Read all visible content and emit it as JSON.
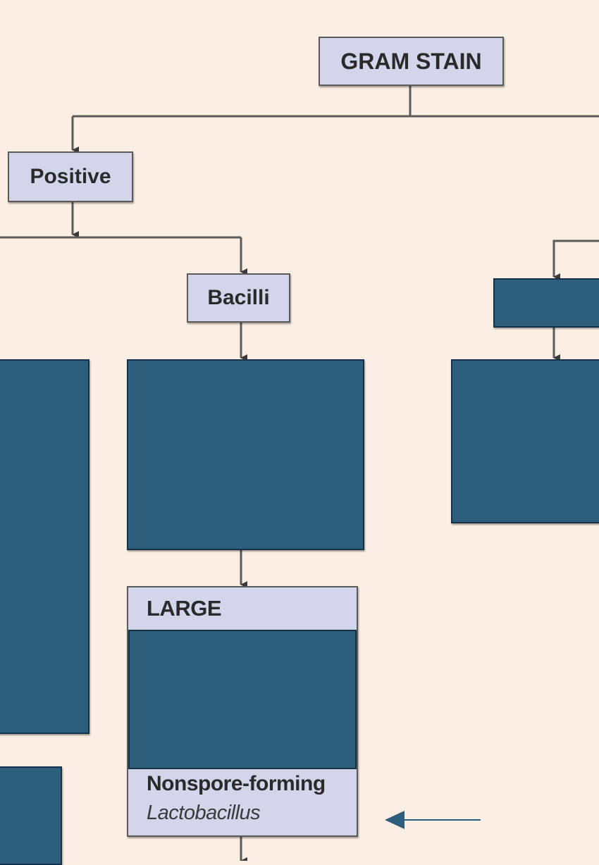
{
  "nodes": {
    "gram_stain": "GRAM STAIN",
    "positive": "Positive",
    "bacilli": "Bacilli",
    "large": {
      "title": "LARGE",
      "subtitle": "Nonspore-forming",
      "genus": "Lactobacillus"
    }
  },
  "colors": {
    "background": "#fbeee2",
    "node_fill": "#d3d6ea",
    "mask_fill": "#2d5f7c",
    "connector": "#4a4a4a",
    "pointer_arrow": "#2d5f7c"
  }
}
